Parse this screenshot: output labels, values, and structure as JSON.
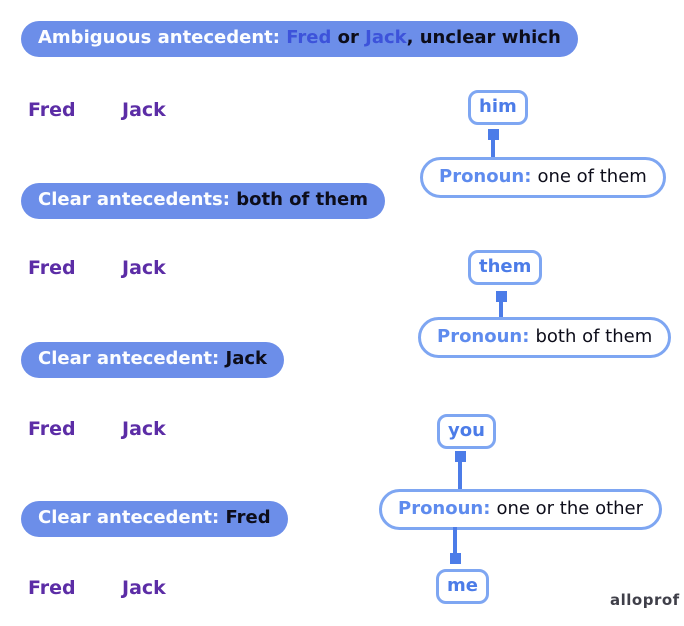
{
  "colors": {
    "banner_bg": "#6C8EE9",
    "banner_text_white": "#FCFDFF",
    "banner_text_black": "#0D0D1A",
    "banner_name_blue": "#3D53DA",
    "label_purple": "#5C2DA6",
    "box_border": "#7EA6F2",
    "box_text": "#4C7CE8",
    "connector": "#4C7CE8",
    "callout_label": "#5E8BEE",
    "watermark": "#3F3F49"
  },
  "banners": [
    {
      "prefix": "Ambiguous antecedent: ",
      "name1": "Fred",
      "mid": " or ",
      "name2": "Jack",
      "suffix": ", unclear which"
    },
    {
      "prefix": "Clear antecedents: ",
      "rest": "both of them"
    },
    {
      "prefix": "Clear antecedent: ",
      "rest": "Jack"
    },
    {
      "prefix": "Clear antecedent: ",
      "rest": "Fred"
    }
  ],
  "name_labels": {
    "first": "Fred",
    "second": "Jack"
  },
  "pronoun_boxes": [
    "him",
    "them",
    "you",
    "me"
  ],
  "callouts": [
    {
      "label": "Pronoun:",
      "text": "one of them"
    },
    {
      "label": "Pronoun:",
      "text": "both of them"
    },
    {
      "label": "Pronoun:",
      "text": "one or the other"
    }
  ],
  "watermark": "alloprof"
}
